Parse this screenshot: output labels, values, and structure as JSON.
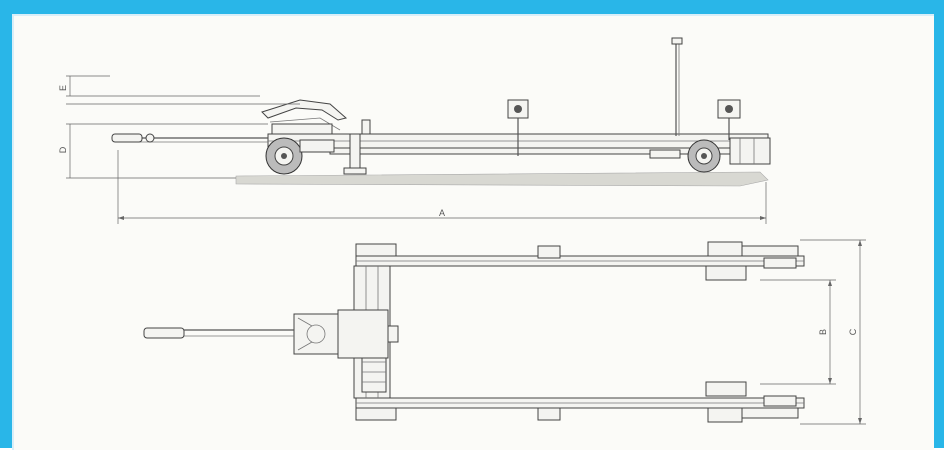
{
  "labels": {
    "e": "E",
    "d": "D",
    "a": "A",
    "b": "B",
    "c": "C"
  },
  "colors": {
    "frame": "#29b6e8",
    "sheet": "#fbfbf8",
    "lines": "#555555"
  }
}
